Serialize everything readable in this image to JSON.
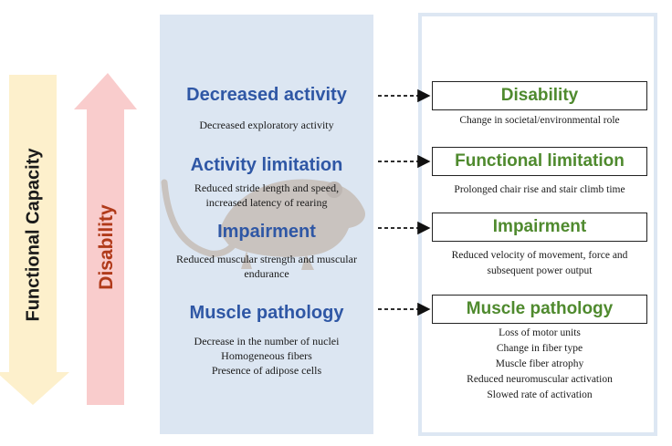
{
  "axes": {
    "functional_capacity_label": "Functional Capacity",
    "disability_label": "Disability"
  },
  "colors": {
    "functional_arrow": "#fdf0cc",
    "disability_arrow": "#f9cccc",
    "disability_text": "#b03a1a",
    "left_panel": "#dce6f2",
    "stage_title": "#2f57a5",
    "right_title": "#4f8a2e"
  },
  "animal_model": {
    "stages": [
      {
        "title": "Decreased activity",
        "description": [
          "Decreased exploratory activity"
        ]
      },
      {
        "title": "Activity limitation",
        "description": [
          "Reduced stride length and speed,",
          "increased latency of rearing"
        ]
      },
      {
        "title": "Impairment",
        "description": [
          "Reduced muscular strength and muscular",
          "endurance"
        ]
      },
      {
        "title": "Muscle pathology",
        "description": [
          "Decrease in the number of nuclei",
          "Homogeneous fibers",
          "Presence of adipose cells"
        ]
      }
    ]
  },
  "human_model": {
    "stages": [
      {
        "title": "Disability",
        "description": [
          "Change in societal/environmental role"
        ]
      },
      {
        "title": "Functional limitation",
        "description": [
          "Prolonged chair rise and stair climb time"
        ]
      },
      {
        "title": "Impairment",
        "description": [
          "Reduced velocity of movement, force and",
          "subsequent power output"
        ]
      },
      {
        "title": "Muscle pathology",
        "description": [
          "Loss of motor units",
          "Change in fiber type",
          "Muscle fiber atrophy",
          "Reduced neuromuscular activation",
          "Slowed rate of activation"
        ]
      }
    ]
  }
}
